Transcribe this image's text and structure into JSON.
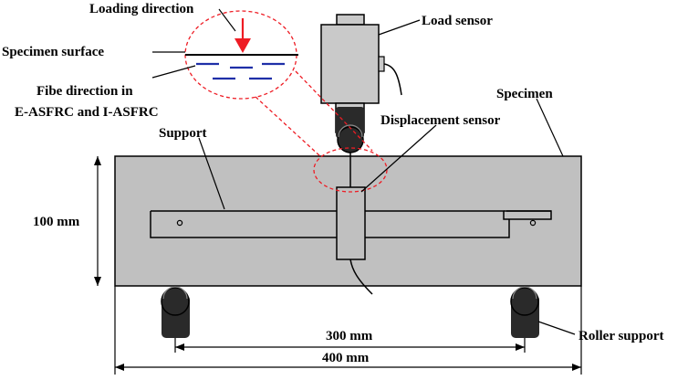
{
  "labels": {
    "loading_direction": "Loading direction",
    "load_sensor": "Load sensor",
    "specimen_surface": "Specimen surface",
    "fiber_direction_line1": "Fibe direction in",
    "fiber_direction_line2": "E-ASFRC and I-ASFRC",
    "specimen": "Specimen",
    "displacement_sensor": "Displacement sensor",
    "support": "Support",
    "height_dimension": "100 mm",
    "span_dimension": "300 mm",
    "length_dimension": "400 mm",
    "roller_support": "Roller support"
  },
  "colors": {
    "specimen_fill": "#c0c0c0",
    "sensor_fill": "#c9c9c9",
    "roller_fill": "#2a2a2a",
    "arrow_red": "#ee1c24",
    "fiber_blue": "#1f2fa8",
    "line": "#000000"
  }
}
